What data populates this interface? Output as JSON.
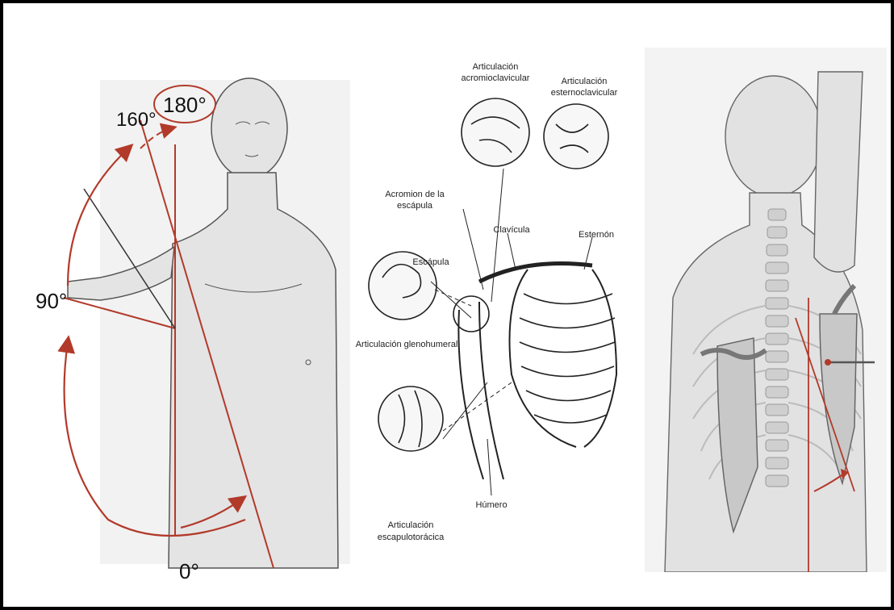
{
  "figure": {
    "colors": {
      "accent": "#b23a2a",
      "skin": "#e6e6e6",
      "line": "#333333"
    },
    "left_panel": {
      "angle_labels": {
        "a180": "180°",
        "a160": "160°",
        "a90": "90°",
        "a0": "0°"
      }
    },
    "middle_panel": {
      "labels": {
        "acromioclavicular": [
          "Articulación",
          "acromioclavicular"
        ],
        "esternoclavicular": [
          "Articulación",
          "esternoclavicular"
        ],
        "acromion": [
          "Acromion de la",
          "escápula"
        ],
        "clavicula": "Clavícula",
        "esternon": "Esternón",
        "escapula": "Escápula",
        "glenohumeral": "Articulación glenohumeral",
        "humero": "Húmero",
        "escapulotoracica": [
          "Articulación",
          "escapulotorácica"
        ]
      }
    }
  }
}
